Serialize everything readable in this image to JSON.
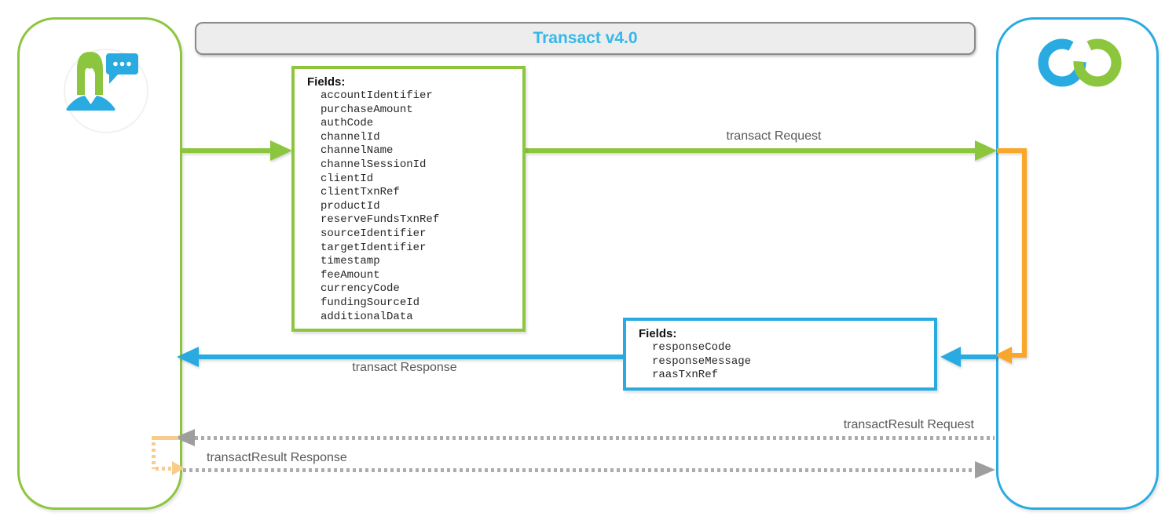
{
  "title": "Transact v4.0",
  "icons": {
    "left_actor": "person-chat-icon",
    "right_actor": "interlocked-rings-icon"
  },
  "messages": {
    "transact_request": "transact Request",
    "transact_response": "transact Response",
    "transact_result_request": "transactResult Request",
    "transact_result_response": "transactResult Response"
  },
  "request_fields": {
    "heading": "Fields:",
    "items": [
      "accountIdentifier",
      "purchaseAmount",
      "authCode",
      "channelId",
      "channelName",
      "channelSessionId",
      "clientId",
      "clientTxnRef",
      "productId",
      "reserveFundsTxnRef",
      "sourceIdentifier",
      "targetIdentifier",
      "timestamp",
      "feeAmount",
      "currencyCode",
      "fundingSourceId",
      "additionalData"
    ]
  },
  "response_fields": {
    "heading": "Fields:",
    "items": [
      "responseCode",
      "responseMessage",
      "raasTxnRef"
    ]
  },
  "colors": {
    "green": "#8CC63E",
    "blue": "#29ABE2",
    "orange": "#F9A72B",
    "light_orange": "#F8CD8C",
    "gray_dashed": "#ACACAC",
    "arrowhead_gray": "#9E9E9E",
    "label_text": "#595959",
    "title_text": "#35B8EA",
    "title_bg": "#EDEDED"
  }
}
